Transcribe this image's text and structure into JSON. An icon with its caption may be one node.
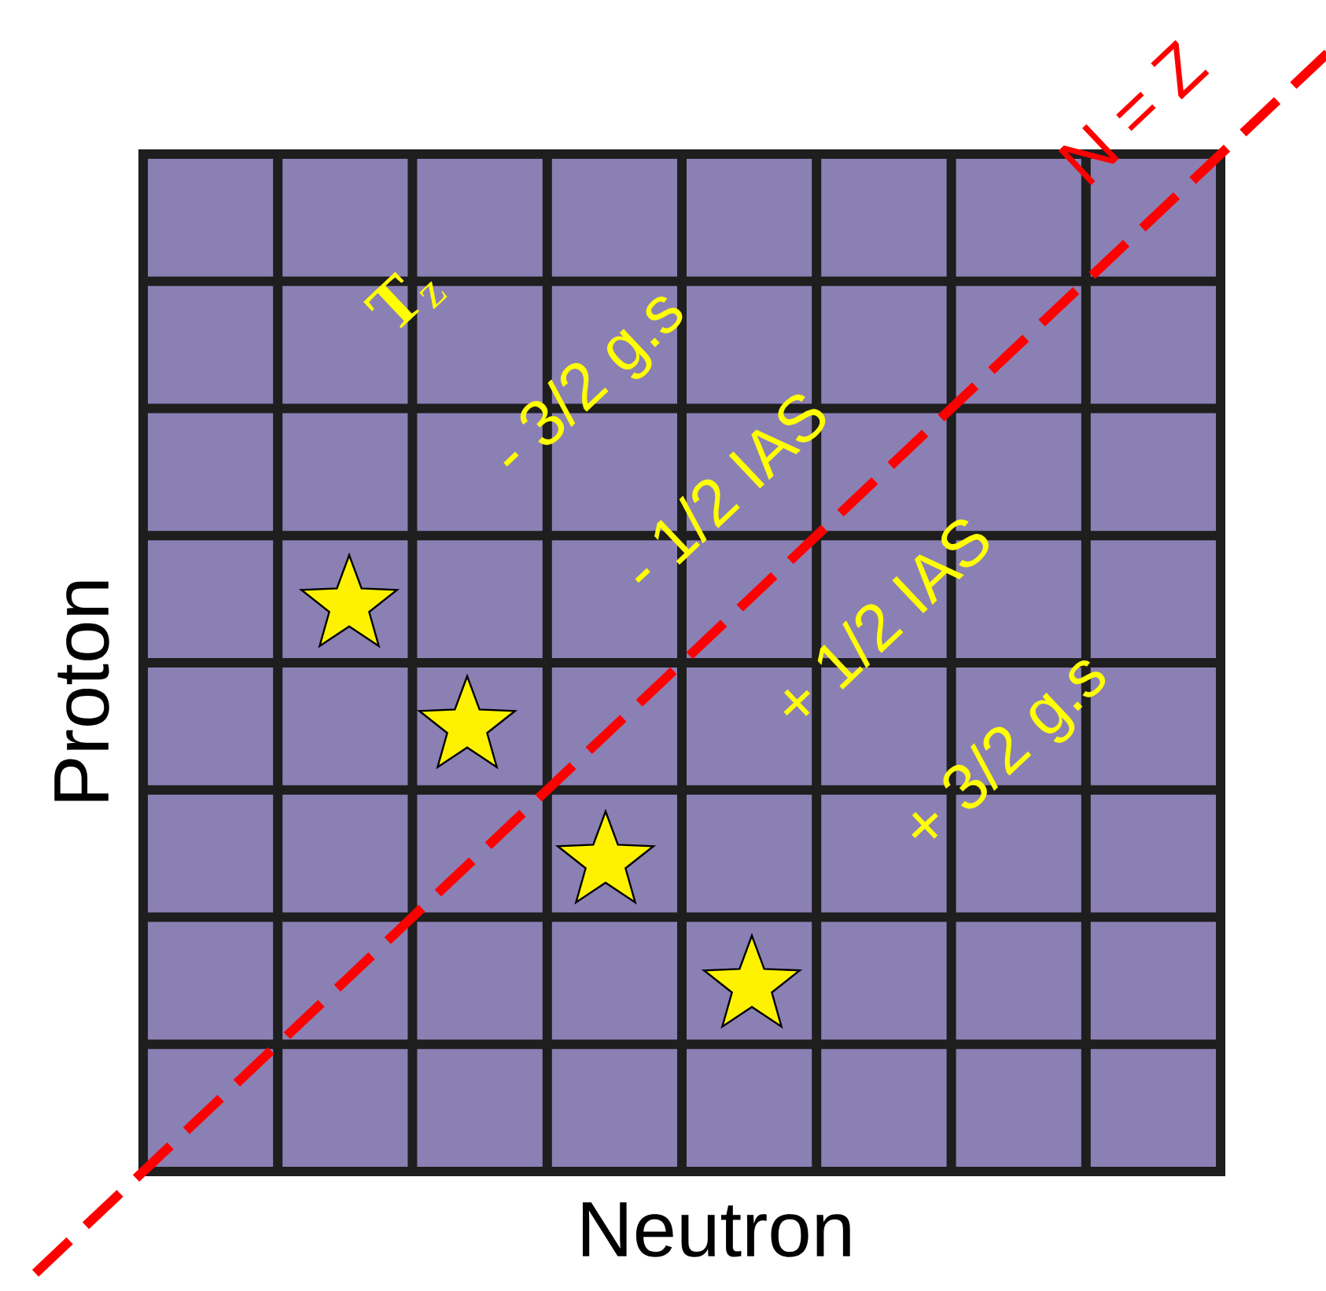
{
  "diagram": {
    "labels": [
      "N = Z",
      "**T**$_{z}$",
      "- 3/2 g.s",
      "- 1/2 IAS",
      "+ 1/2 IAS",
      "+ 3/2 g.s",
      "Proton",
      "Neutron"
    ]
  }
}
